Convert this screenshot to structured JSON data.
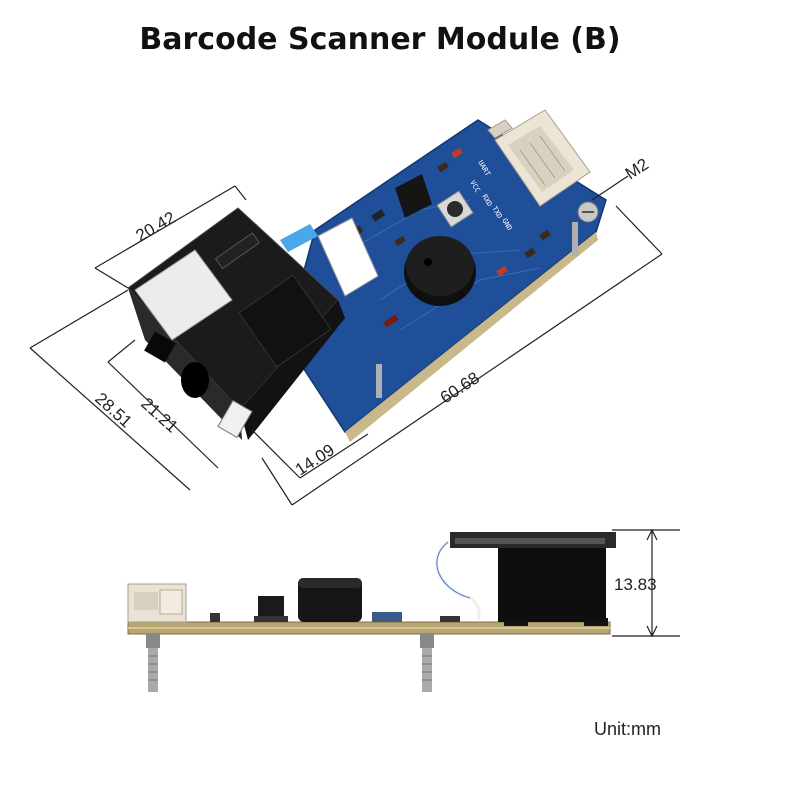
{
  "title": "Barcode Scanner Module (B)",
  "unit_label": "Unit:mm",
  "dimensions": {
    "scanner_width": "20.42",
    "board_length": "60.68",
    "board_width": "28.51",
    "scanner_depth": "21.21",
    "window_offset": "14.09",
    "height": "13.83",
    "mount_screw": "M2"
  },
  "silkscreen": {
    "uart": "UART",
    "pins": [
      "VCC",
      "RXD",
      "TXD",
      "GND"
    ]
  },
  "colors": {
    "pcb_blue": "#1f4f99",
    "scanner_pcb": "#1a1a1a",
    "connector": "#eae2d2",
    "button": "#e9e9e9"
  }
}
